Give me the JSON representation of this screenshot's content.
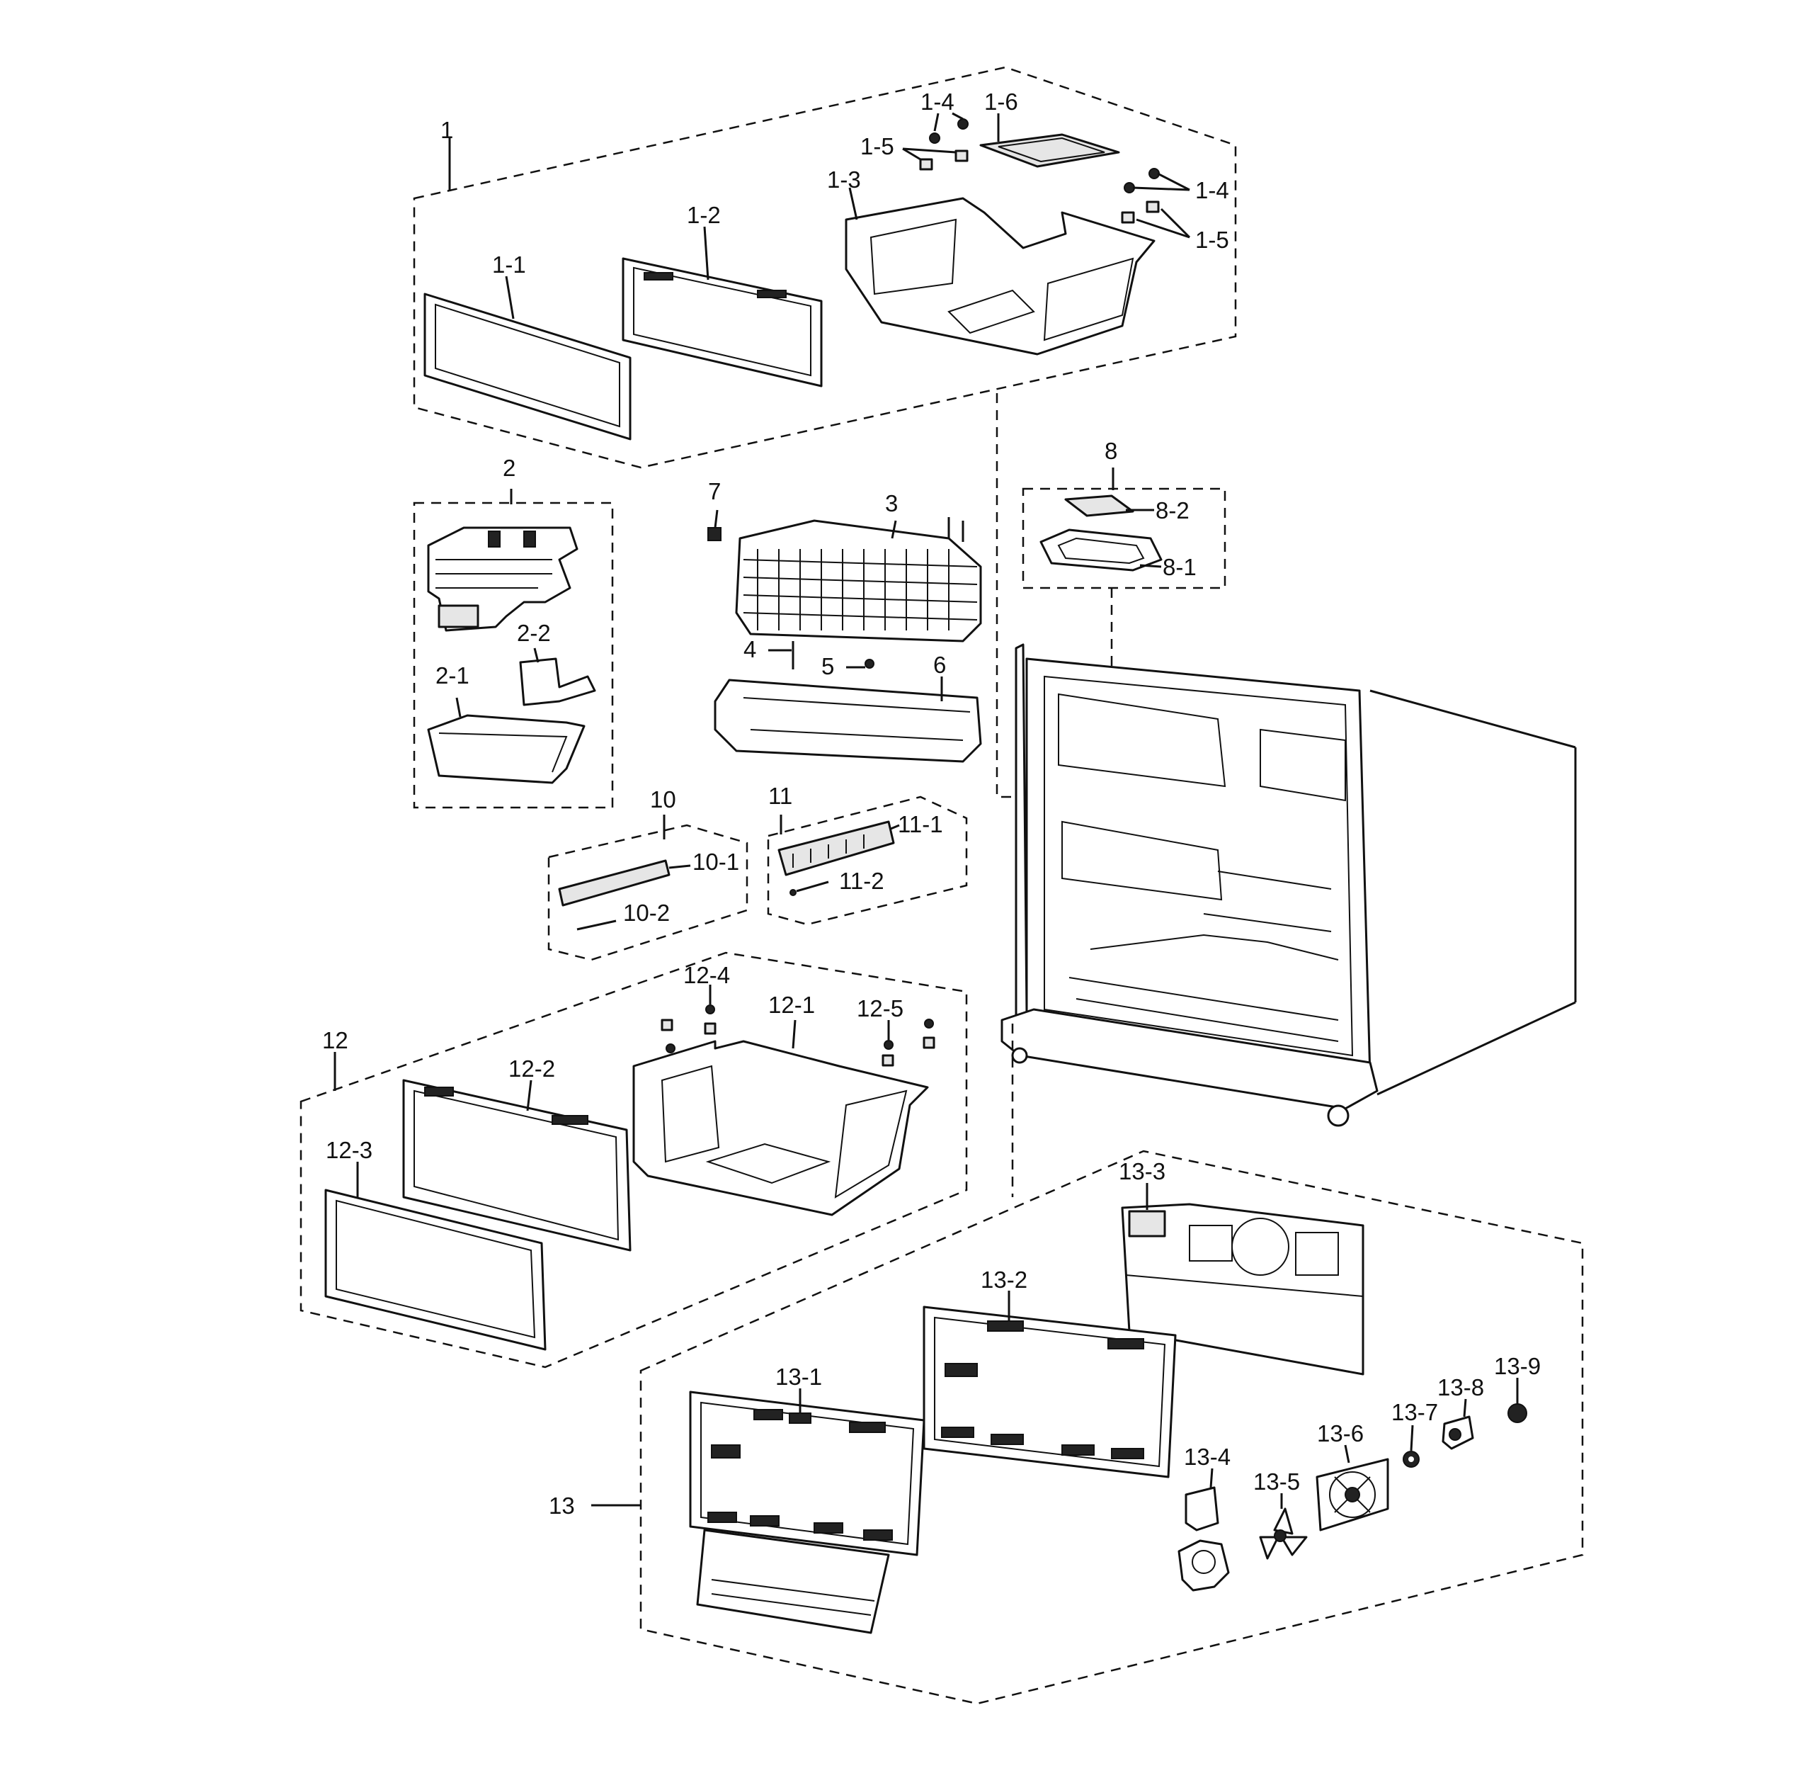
{
  "diagram": {
    "labels": {
      "l1": "1",
      "l1_1": "1-1",
      "l1_2": "1-2",
      "l1_3": "1-3",
      "l1_4a": "1-4",
      "l1_4b": "1-4",
      "l1_5a": "1-5",
      "l1_5b": "1-5",
      "l1_6": "1-6",
      "l2": "2",
      "l2_1": "2-1",
      "l2_2": "2-2",
      "l3": "3",
      "l4": "4",
      "l5": "5",
      "l6": "6",
      "l7": "7",
      "l8": "8",
      "l8_1": "8-1",
      "l8_2": "8-2",
      "l10": "10",
      "l10_1": "10-1",
      "l10_2": "10-2",
      "l11": "11",
      "l11_1": "11-1",
      "l11_2": "11-2",
      "l12": "12",
      "l12_1": "12-1",
      "l12_2": "12-2",
      "l12_3": "12-3",
      "l12_4": "12-4",
      "l12_5": "12-5",
      "l13": "13",
      "l13_1": "13-1",
      "l13_2": "13-2",
      "l13_3": "13-3",
      "l13_4": "13-4",
      "l13_5": "13-5",
      "l13_6": "13-6",
      "l13_7": "13-7",
      "l13_8": "13-8",
      "l13_9": "13-9"
    }
  }
}
